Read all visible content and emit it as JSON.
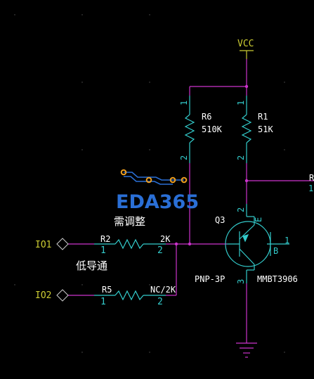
{
  "power": {
    "vcc_label": "VCC"
  },
  "resistors": {
    "r6": {
      "ref": "R6",
      "value": "510K",
      "pin1": "1",
      "pin2": "2"
    },
    "r1": {
      "ref": "R1",
      "value": "51K",
      "pin1": "1",
      "pin2": "2"
    },
    "r2": {
      "ref": "R2",
      "value": "2K",
      "pin1": "1",
      "pin2": "2"
    },
    "r5": {
      "ref": "R5",
      "value": "NC/2K",
      "pin1": "1",
      "pin2": "2"
    }
  },
  "ports": {
    "io1": "IO1",
    "io2": "IO2"
  },
  "transistor": {
    "ref": "Q3",
    "package": "PNP-3P",
    "part": "MMBT3906",
    "pin_e": "E",
    "pin_b": "B",
    "pin_b_num": "1",
    "pin_e_num": "2",
    "pin_c_num": "3"
  },
  "annotations": {
    "adjust_note": "需调整",
    "low_conduct_note": "低导通"
  },
  "offpage": {
    "label": "R",
    "pin": "1"
  },
  "watermark": {
    "text": "EDA365"
  },
  "colors": {
    "wire": "#cc33cc",
    "component": "#33cccc",
    "text_white": "#ffffff",
    "port": "#cccc33",
    "junction": "#cc33cc",
    "watermark_blue": "#2a6fd6",
    "watermark_orange": "#f0a020"
  }
}
